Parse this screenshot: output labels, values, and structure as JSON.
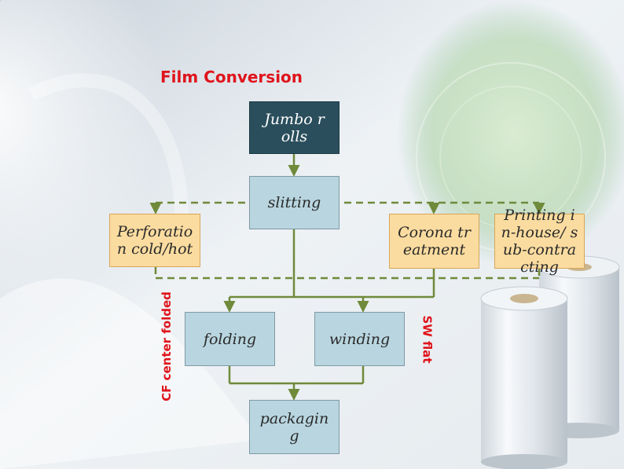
{
  "diagram": {
    "title": "Film Conversion",
    "nodes": {
      "jumbo_rolls": "Jumbo rolls",
      "slitting": "slitting",
      "perforation": "Perforation cold/hot",
      "corona": "Corona treatment",
      "printing": "Printing in-house/ sub-contracting",
      "folding": "folding",
      "winding": "winding",
      "packaging": "packaging"
    },
    "side_labels": {
      "left": "CF center folded",
      "right": "SW flat"
    }
  },
  "colors": {
    "flow_line": "#6f8a3a",
    "title": "#e0141c",
    "node_blue": "#b9d6e0",
    "node_navy": "#2a4e5c",
    "node_peach": "#fbdca0"
  }
}
